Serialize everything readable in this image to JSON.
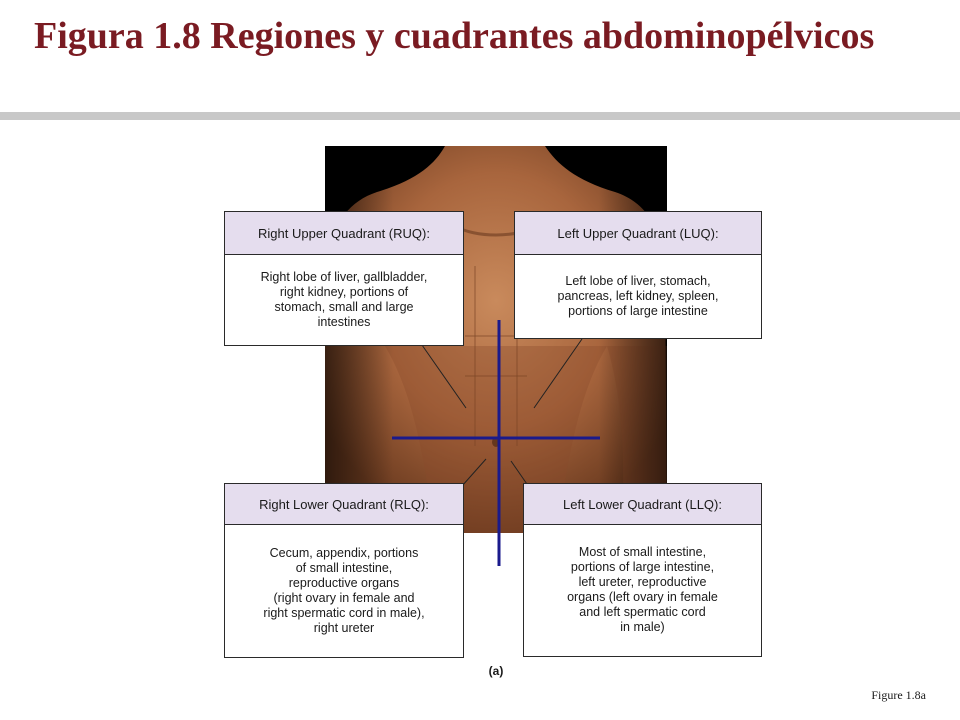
{
  "title": "Figura 1.8  Regiones y cuadrantes abdominopélvicos",
  "figure_label": "Figure 1.8a",
  "panel_label": "(a)",
  "colors": {
    "title": "#7a1b22",
    "quadrant_lines": "#1a1a8c",
    "box_header": "#e5ddee"
  },
  "quadrants": {
    "ruq": {
      "header": "Right Upper Quadrant (RUQ):",
      "body": "Right lobe of liver, gallbladder,\nright kidney, portions of\nstomach, small  and large\nintestines"
    },
    "luq": {
      "header": "Left Upper Quadrant (LUQ):",
      "body": "Left lobe of liver, stomach,\npancreas, left kidney, spleen,\nportions of large intestine"
    },
    "rlq": {
      "header": "Right Lower Quadrant (RLQ):",
      "body": "Cecum, appendix, portions\nof small intestine,\nreproductive organs\n(right ovary in female and\nright spermatic cord in male),\nright ureter"
    },
    "llq": {
      "header": "Left Lower Quadrant (LLQ):",
      "body": "Most of small intestine,\nportions of large intestine,\nleft ureter, reproductive\norgans (left ovary in female\nand left spermatic cord\nin male)"
    }
  }
}
